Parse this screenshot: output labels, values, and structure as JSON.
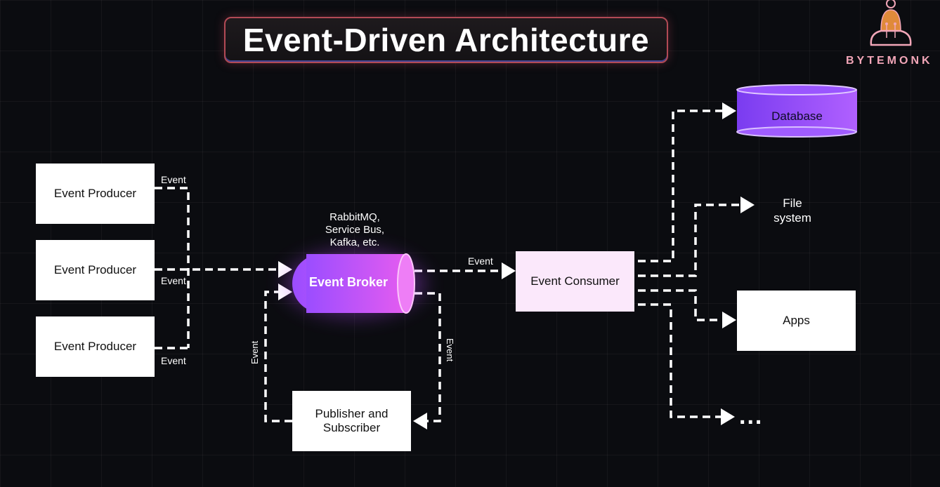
{
  "title": "Event-Driven Architecture",
  "logo": {
    "text": "BYTEMONK",
    "icon": "monk-logo-icon"
  },
  "producers": [
    {
      "label": "Event Producer",
      "event_label": "Event"
    },
    {
      "label": "Event Producer",
      "event_label": "Event"
    },
    {
      "label": "Event Producer",
      "event_label": "Event"
    }
  ],
  "broker": {
    "label": "Event Broker",
    "note": "RabbitMQ,\nService Bus,\nKafka, etc."
  },
  "broker_to_consumer_label": "Event",
  "consumer": {
    "label": "Event Consumer"
  },
  "pubsub": {
    "label": "Publisher and Subscriber",
    "publish_label": "Event",
    "subscribe_label": "Event"
  },
  "targets": {
    "database": "Database",
    "file_system": "File\nsystem",
    "apps": "Apps",
    "more": "..."
  },
  "colors": {
    "broker_gradient_start": "#9b4dff",
    "broker_gradient_end": "#e45cf0",
    "database_gradient_start": "#7a3cf0",
    "database_gradient_end": "#b060ff",
    "title_border": "#b24a55",
    "logo_accent": "#f2a6b8"
  }
}
